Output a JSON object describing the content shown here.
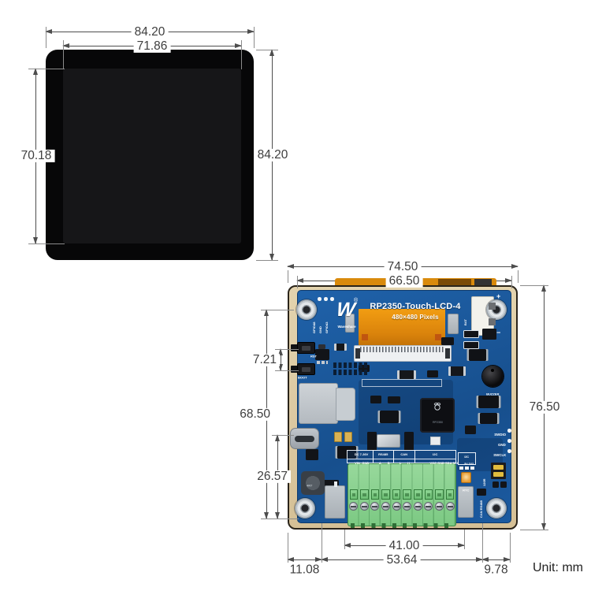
{
  "unit_note": "Unit: mm",
  "colors": {
    "pcb_blue": "#1b5aa0",
    "frame_beige": "#dcc9a2",
    "terminal_green": "#86cf8b",
    "flex_orange": "#e8930e",
    "dim_line_gray": "#4d4d4d"
  },
  "front_view": {
    "dim_outer_width": "84.20",
    "dim_inner_width": "71.86",
    "dim_inner_height": "70.18",
    "dim_outer_height": "84.20"
  },
  "back_view": {
    "logo_glyph": "W",
    "logo_reg": "®",
    "brand": "Waveshare",
    "title": "RP2350-Touch-LCD-4",
    "subtitle": "480×480 Pixels",
    "dim_outer_width": "74.50",
    "dim_pcb_width": "66.50",
    "dim_button_pitch": "7.21",
    "dim_left_span": "68.50",
    "dim_usb_span": "26.57",
    "dim_outer_height": "76.50",
    "dim_terminal_width": "41.00",
    "dim_bottom_span": "53.64",
    "dim_left_offset": "11.08",
    "dim_right_offset": "9.78",
    "labels": {
      "bat": "BAT",
      "bat_plus": "+",
      "bat_minus": "−",
      "rst": "RST",
      "boot": "BOOT",
      "buzzer": "BUZZER",
      "swdio": "SWDIO",
      "gnd": "GND",
      "swclk": "SWCLK",
      "rtc": "RTC",
      "term_120r": "120R",
      "can_rs485": "CAN RS485",
      "i2c_sel_line1": "I2C",
      "i2c_sel_line2": "5V 3V3",
      "chip": "RP2350",
      "inductor": "4R7",
      "pads": [
        "GPIO48",
        "GND",
        "GPIO43"
      ]
    },
    "ports": [
      {
        "name": "DC 7-36V",
        "pins": "VIN GND"
      },
      {
        "name": "RS485",
        "pins": "A B"
      },
      {
        "name": "CAN",
        "pins": "L H"
      },
      {
        "name": "I2C",
        "pins": "VCC GND SDA SCL"
      }
    ]
  }
}
